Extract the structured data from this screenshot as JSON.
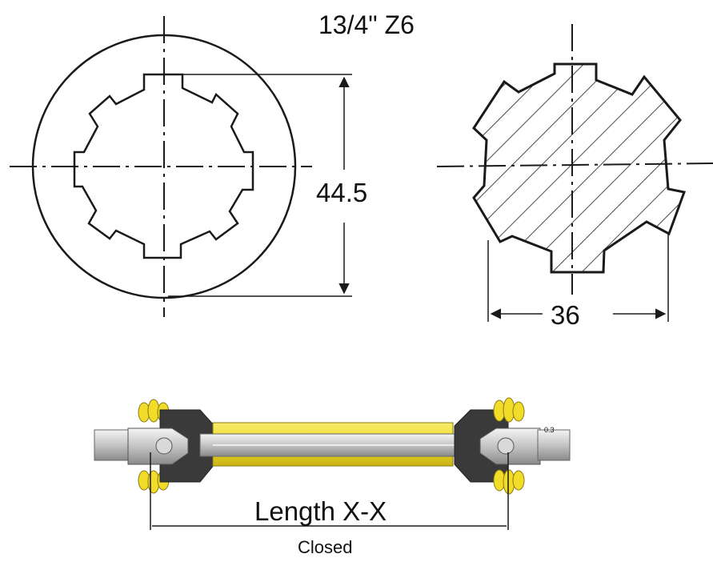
{
  "title": "13/4\" Z6",
  "hub_diameter": "44.5",
  "shaft_diameter": "36",
  "length_label": "Length X-X",
  "closed_label": "Closed",
  "guard_tag": "0.3",
  "colors": {
    "line": "#1a1a1a",
    "tube_yellow": "#f2dc2a",
    "guard_dark": "#3a3a3a",
    "shaft_grey": "#c9c9c9"
  }
}
